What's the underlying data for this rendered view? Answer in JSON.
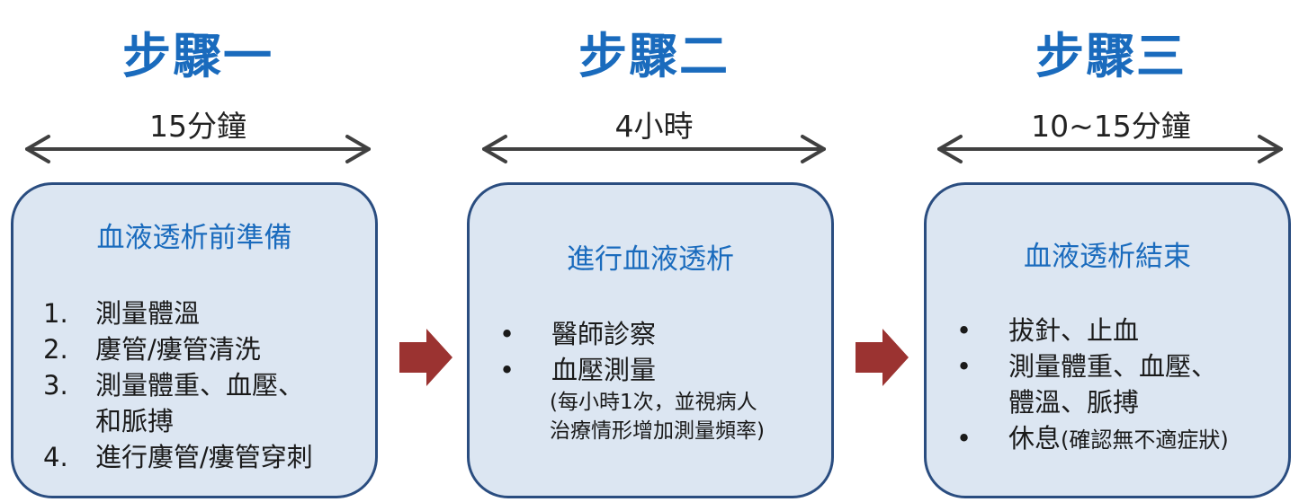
{
  "colors": {
    "title": "#1a6bbd",
    "card_fill": "#dce6f2",
    "card_border": "#2a4d80",
    "flow_arrow": "#9b3331",
    "double_arrow": "#404040"
  },
  "steps": [
    {
      "title": "步驟一",
      "duration": "15分鐘",
      "card_title": "血液透析前準備",
      "list_type": "numbered",
      "items": [
        {
          "marker": "1.",
          "text": "測量體溫"
        },
        {
          "marker": "2.",
          "text": "廔管/瘻管清洗"
        },
        {
          "marker": "3.",
          "text": "測量體重、血壓、\n和脈搏"
        },
        {
          "marker": "4.",
          "text": "進行廔管/瘻管穿刺"
        }
      ]
    },
    {
      "title": "步驟二",
      "duration": "4小時",
      "card_title": "進行血液透析",
      "list_type": "bullet",
      "items": [
        {
          "marker": "•",
          "text": "醫師診察"
        },
        {
          "marker": "•",
          "text": "血壓測量",
          "sub": "(每小時1次，並視病人\n 治療情形增加測量頻率)"
        }
      ]
    },
    {
      "title": "步驟三",
      "duration": "10~15分鐘",
      "card_title": "血液透析結束",
      "list_type": "bullet",
      "items": [
        {
          "marker": "•",
          "text": "拔針、止血"
        },
        {
          "marker": "•",
          "text": "測量體重、血壓、\n體溫、脈搏"
        },
        {
          "marker": "•",
          "text": "休息",
          "small": "(確認無不適症狀)"
        }
      ]
    }
  ]
}
